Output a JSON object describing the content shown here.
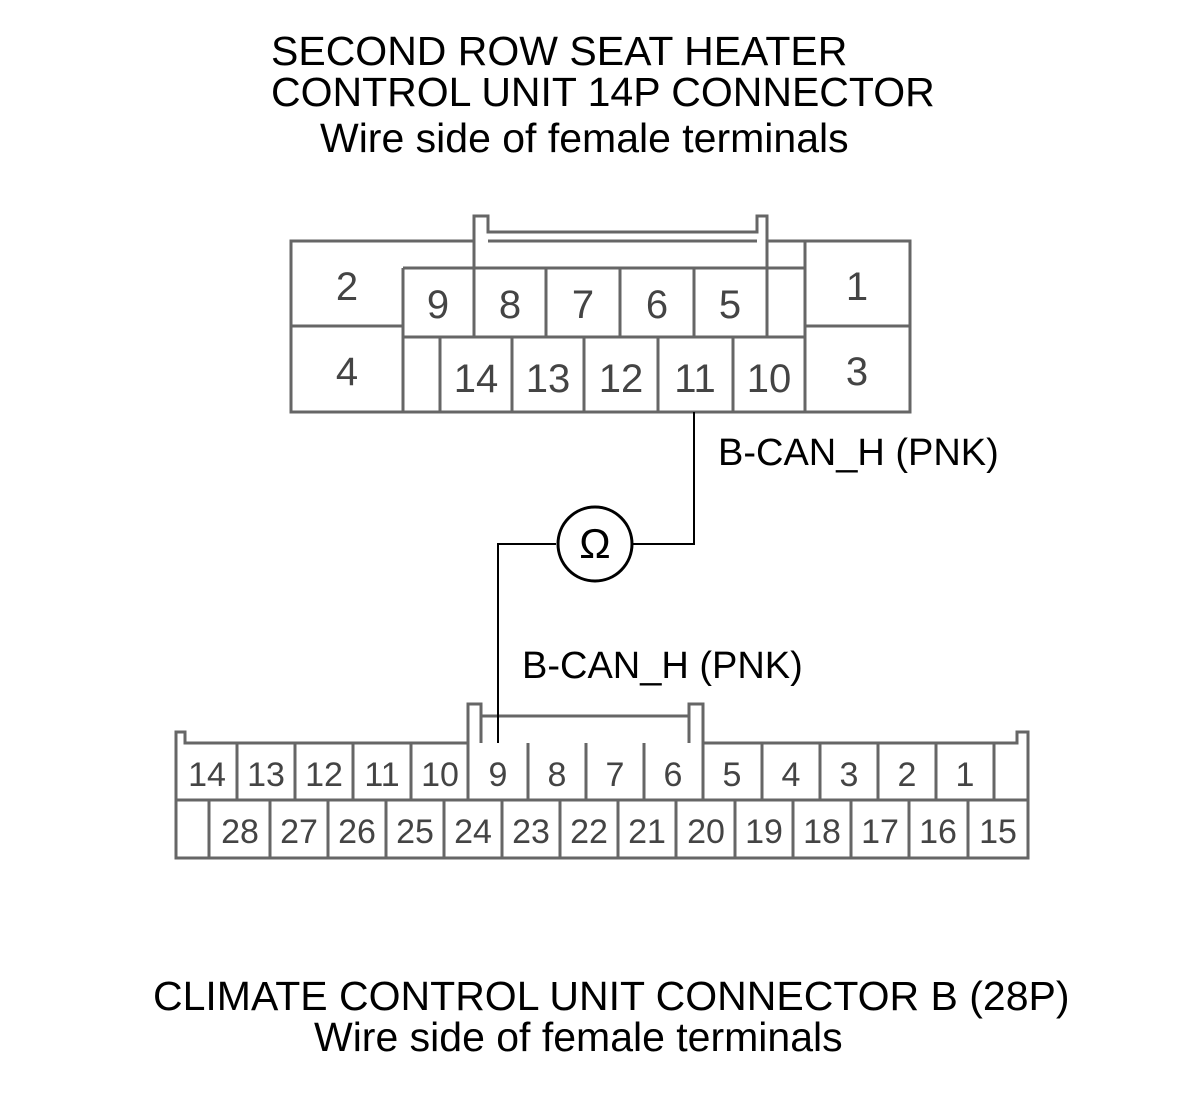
{
  "top_connector": {
    "title_line1": "SECOND ROW SEAT HEATER",
    "title_line2": "CONTROL UNIT 14P CONNECTOR",
    "subtitle": "Wire side of female terminals",
    "large_terminals": [
      "2",
      "4",
      "1",
      "3"
    ],
    "row1_terminals": [
      "9",
      "8",
      "7",
      "6",
      "5"
    ],
    "row2_terminals": [
      "14",
      "13",
      "12",
      "11",
      "10"
    ],
    "wire_label": "B-CAN_H (PNK)"
  },
  "meter": {
    "symbol": "Ω",
    "icon": "ohmmeter-icon"
  },
  "bottom_connector": {
    "wire_label": "B-CAN_H (PNK)",
    "row1_terminals": [
      "14",
      "13",
      "12",
      "11",
      "10",
      "9",
      "8",
      "7",
      "6",
      "5",
      "4",
      "3",
      "2",
      "1"
    ],
    "row2_terminals": [
      "28",
      "27",
      "26",
      "25",
      "24",
      "23",
      "22",
      "21",
      "20",
      "19",
      "18",
      "17",
      "16",
      "15"
    ],
    "title": "CLIMATE CONTROL UNIT CONNECTOR B (28P)",
    "subtitle": "Wire side of female terminals"
  }
}
